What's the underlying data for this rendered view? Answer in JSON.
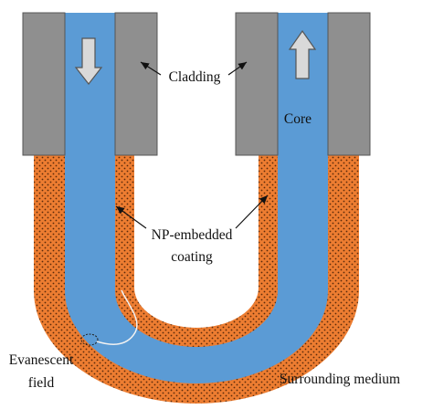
{
  "labels": {
    "cladding": "Cladding",
    "core": "Core",
    "np_coating_line1": "NP-embedded",
    "np_coating_line2": "coating",
    "evanescent_line1": "Evanescent",
    "evanescent_line2": "field",
    "surrounding_medium": "Surrounding medium"
  },
  "colors": {
    "cladding": "#8f8f8f",
    "core": "#5b9bd5",
    "coating": "#ed7d31",
    "coating_dots": "#5a2a0a",
    "flow_arrow": "#d9d9d9",
    "label_text": "#111111"
  },
  "flow": {
    "left_arm": "down",
    "right_arm": "up"
  }
}
